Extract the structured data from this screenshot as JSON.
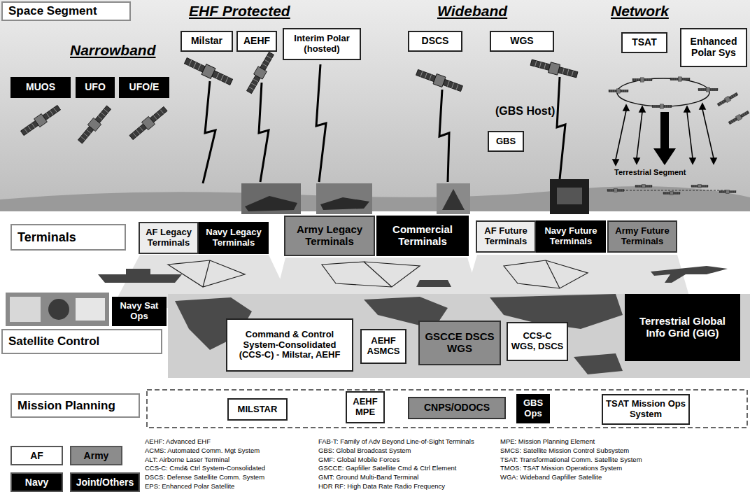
{
  "diagram": {
    "nodes": [
      {
        "text": [
          "Space Segment"
        ]
      },
      {
        "text": [
          "Milstar"
        ]
      },
      {
        "text": [
          "AEHF"
        ]
      },
      {
        "text": [
          "Interim Polar (hosted)"
        ]
      },
      {
        "text": [
          "DSCS"
        ]
      },
      {
        "text": [
          "WGS"
        ]
      },
      {
        "text": [
          "TSAT"
        ]
      },
      {
        "text": [
          "Enhanced Polar Sys"
        ]
      },
      {
        "text": [
          "MUOS"
        ]
      },
      {
        "text": [
          "UFO"
        ]
      },
      {
        "text": [
          "UFO/E"
        ]
      },
      {
        "text": [
          "GBS"
        ]
      },
      {
        "text": [
          "Terminals"
        ]
      },
      {
        "text": [
          "AF Legacy Terminals"
        ]
      },
      {
        "text": [
          "Navy Legacy Terminals"
        ]
      },
      {
        "text": [
          "Army Legacy Terminals"
        ]
      },
      {
        "text": [
          "Commercial Terminals"
        ]
      },
      {
        "text": [
          "AF Future Terminals"
        ]
      },
      {
        "text": [
          "Navy Future Terminals"
        ]
      },
      {
        "text": [
          "Army Future Terminals"
        ]
      },
      {
        "text": [
          "Navy Sat Ops"
        ]
      },
      {
        "text": [
          "Terrestrial Global Info Grid (GIG)"
        ]
      },
      {
        "text": [
          "Satellite Control"
        ]
      },
      {
        "text": [
          "Command & Control System-Consolidated (CCS-C) - Milstar, AEHF"
        ]
      },
      {
        "text": [
          "AEHF ASMCS"
        ]
      },
      {
        "text": [
          "GSCCE DSCS WGS"
        ]
      },
      {
        "text": [
          "CCS-C WGS, DSCS"
        ]
      },
      {
        "text": [
          "Mission Planning"
        ]
      },
      {
        "text": [
          "MILSTAR"
        ]
      },
      {
        "text": [
          "AEHF MPE"
        ]
      },
      {
        "text": [
          "CNPS/ODOCS"
        ]
      },
      {
        "text": [
          "GBS Ops"
        ]
      },
      {
        "text": [
          "TSAT Mission Ops System"
        ]
      }
    ],
    "labels": [
      "EHF Protected",
      "Wideband",
      "Network",
      "Narrowband",
      "(GBS Host)",
      "Terrestrial Segment",
      "AEHF: Advanced EHF",
      "ACMS: Automated Comm. Mgt System",
      "ALT: Airborne Laser Terminal",
      "CCS-C: Cmd& Ctrl System-Consolidated",
      "DSCS: Defense Satellite Comm. System",
      "EPS: Enhanced Polar Satellite",
      "FAB-T: Family of Adv Beyond Line-of-Sight Terminals",
      "GBS: Global Broadcast System",
      "GMF: Global Mobile Forces",
      "GSCCE: Gapfiller Satellite Cmd & Ctrl Element",
      "GMT: Ground Multi-Band Terminal",
      "HDR RF: High Data Rate Radio Frequency",
      "MPE: Mission Planning Element",
      "SMCS: Satellite Mission Control Subsystem",
      "TSAT: Transformational Comm. Satellite System",
      "TMOS: TSAT Mission Operations System",
      "WGA: Wideband Gapfiller Satellite"
    ],
    "legend": [
      {
        "text": "AF",
        "color": "#ffffff"
      },
      {
        "text": "Army",
        "color": "#8c8c8c"
      },
      {
        "text": "Navy",
        "color": "#000000"
      },
      {
        "text": "Joint/Others",
        "color": "#000000"
      }
    ]
  }
}
